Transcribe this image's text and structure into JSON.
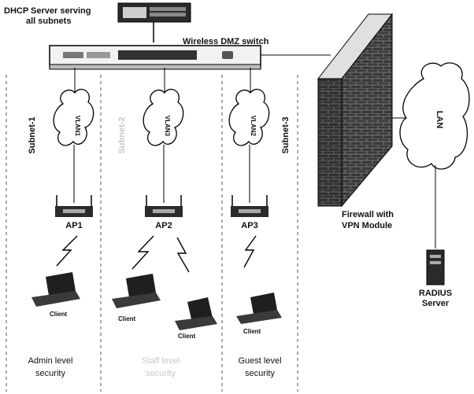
{
  "dhcp": {
    "line1": "DHCP Server serving",
    "line2": "all subnets"
  },
  "switch": {
    "label": "Wireless  DMZ switch"
  },
  "subnets": [
    {
      "name": "Subnet-1",
      "vlan": "VLAN1",
      "ap": "AP1",
      "security_line1": "Admin level",
      "security_line2": "security",
      "clients": [
        "Client"
      ]
    },
    {
      "name": "Subnet-2",
      "vlan": "VLAN3",
      "ap": "AP2",
      "security_line1": "Staff level",
      "security_line2": "security",
      "clients": [
        "Client",
        "Client"
      ]
    },
    {
      "name": "Subnet-3",
      "vlan": "VLAN2",
      "ap": "AP3",
      "security_line1": "Guest level",
      "security_line2": "security",
      "clients": [
        "Client"
      ]
    }
  ],
  "firewall": {
    "line1": "Firewall with",
    "line2": "VPN Module"
  },
  "lan": {
    "label": "LAN"
  },
  "radius": {
    "line1": "RADIUS",
    "line2": "Server"
  }
}
